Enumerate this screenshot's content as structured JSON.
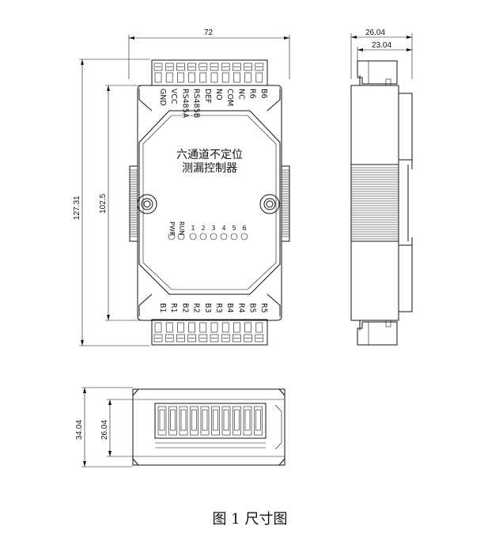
{
  "dimensions": {
    "width": "72",
    "height_total": "127.31",
    "height_body": "102.5",
    "depth_total": "26.04",
    "depth_body": "23.04",
    "bottom_total": "34.04",
    "bottom_body": "26.04"
  },
  "front": {
    "title_line1": "六通道不定位",
    "title_line2": "测漏控制器",
    "top_terminals": [
      "GND",
      "VCC",
      "RS485A",
      "RS485B",
      "DEF",
      "NO",
      "COM",
      "NC",
      "R6",
      "B6"
    ],
    "bottom_terminals": [
      "B1",
      "R1",
      "B2",
      "R2",
      "B3",
      "R3",
      "B4",
      "R4",
      "B5",
      "R5"
    ],
    "leds": [
      "PWR",
      "RUN",
      "1",
      "2",
      "3",
      "4",
      "5",
      "6"
    ]
  },
  "caption": "图 1  尺寸图"
}
